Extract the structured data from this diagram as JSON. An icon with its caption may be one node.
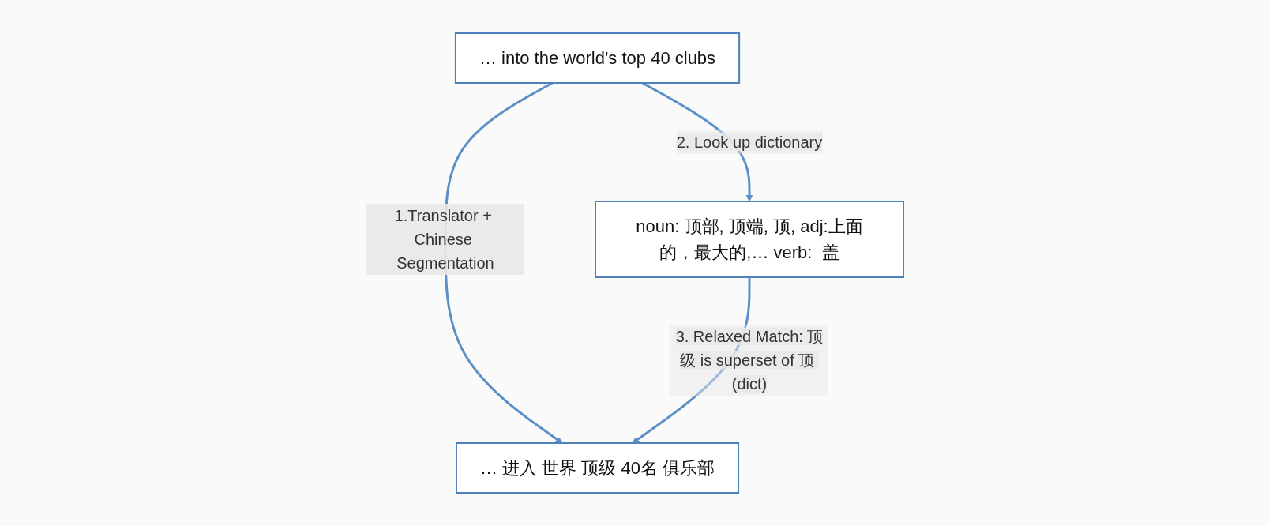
{
  "diagram": {
    "nodes": [
      {
        "text": [
          "… into the world’s top 40 clubs"
        ]
      },
      {
        "text": [
          "noun: 顶部, 顶端, 顶, adj:上面的，最大的,… verb:  盖"
        ]
      },
      {
        "text": [
          "… 进入 世界 顶级 40名 俱乐部"
        ]
      }
    ],
    "edges": [
      {
        "from": 0,
        "to": 2,
        "arrow": "to",
        "label": "1.Translator + Chinese Segmentation"
      },
      {
        "from": 0,
        "to": 1,
        "arrow": "to",
        "label": "2. Look up dictionary"
      },
      {
        "from": 1,
        "to": 2,
        "arrow": "to",
        "label": "3. Relaxed Match: 顶级 is superset of 顶 (dict)"
      }
    ]
  }
}
